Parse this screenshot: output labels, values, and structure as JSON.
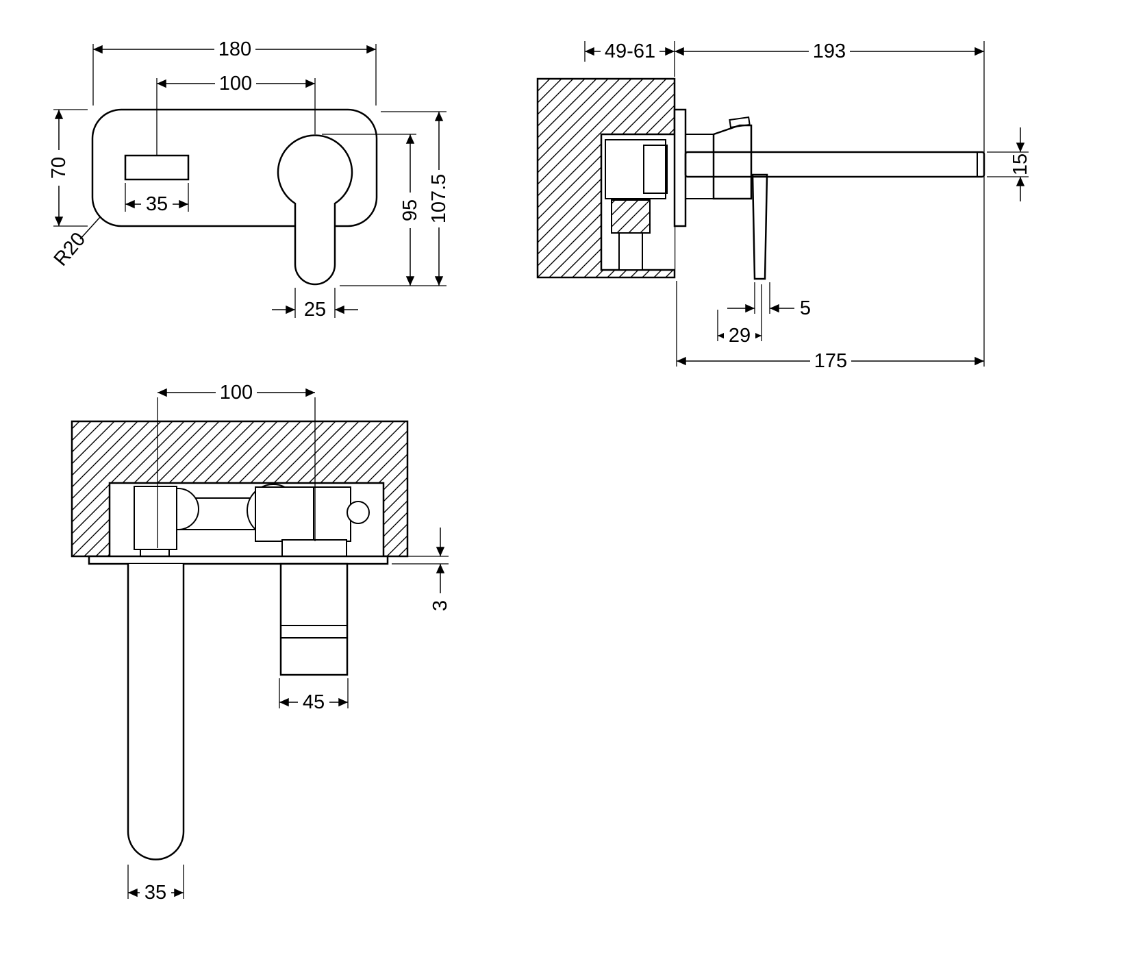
{
  "meta": {
    "background": "#ffffff",
    "line_color": "#000000",
    "drawing_type": "wall-mounted-basin-mixer-dimension-drawing"
  },
  "front_view": {
    "dims": {
      "plate_width": "180",
      "spout_handle_centres": "100",
      "plate_height": "70",
      "spout_aperture_width": "35",
      "corner_radius": "R20",
      "handle_length": "95",
      "overall_height": "107.5",
      "handle_width": "25"
    }
  },
  "side_view": {
    "dims": {
      "wall_depth_range": "49-61",
      "spout_length": "193",
      "spout_thickness": "15",
      "handle_tip_thickness": "5",
      "handle_offset": "29",
      "spout_projection": "175"
    }
  },
  "plan_view": {
    "dims": {
      "centres": "100",
      "plate_thickness": "3",
      "valve_body_width": "45",
      "spout_width": "35"
    }
  }
}
